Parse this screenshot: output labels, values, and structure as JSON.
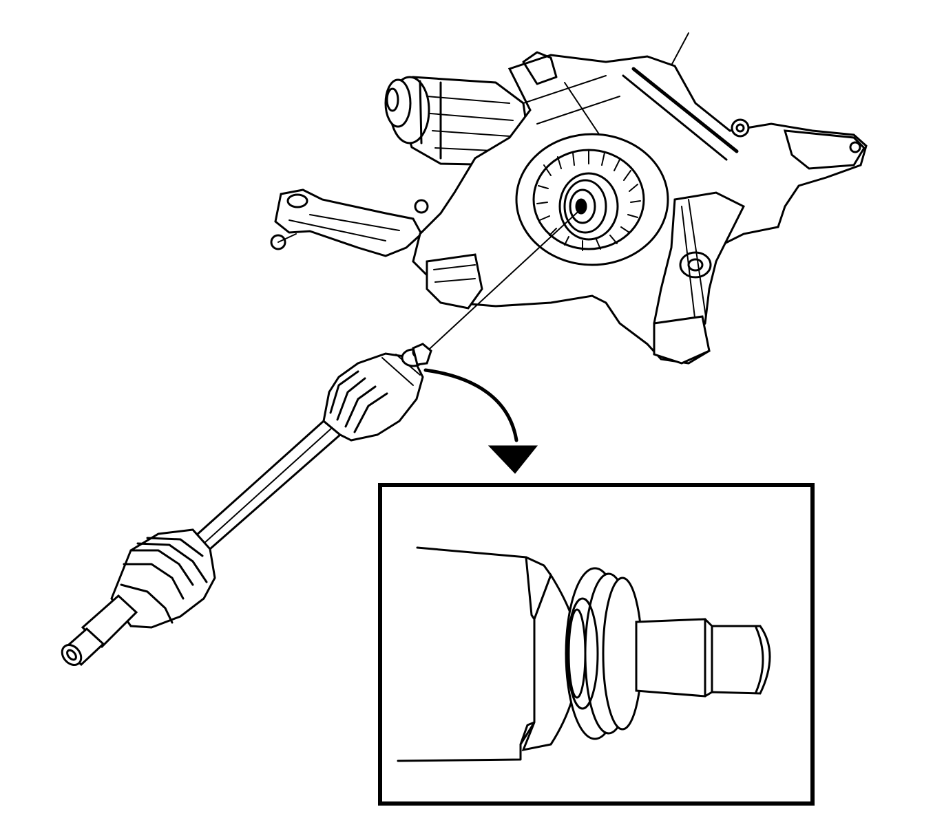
{
  "figure": {
    "kind": "technical-illustration",
    "subject": "rear-drive-axle-shaft-removal",
    "style": "black line art on white",
    "parts": [
      "rear-suspension-cradle",
      "differential-carrier",
      "differential-output-seal",
      "axle-shaft",
      "outer-cv-joint-boot",
      "inner-cv-joint-boot",
      "inner-spline-shaft",
      "retaining-ring-groove"
    ],
    "callouts": [
      "installation-direction-arrow",
      "detail-inset-frame"
    ]
  },
  "colors": {
    "ink": "#000000",
    "paper": "#ffffff"
  }
}
